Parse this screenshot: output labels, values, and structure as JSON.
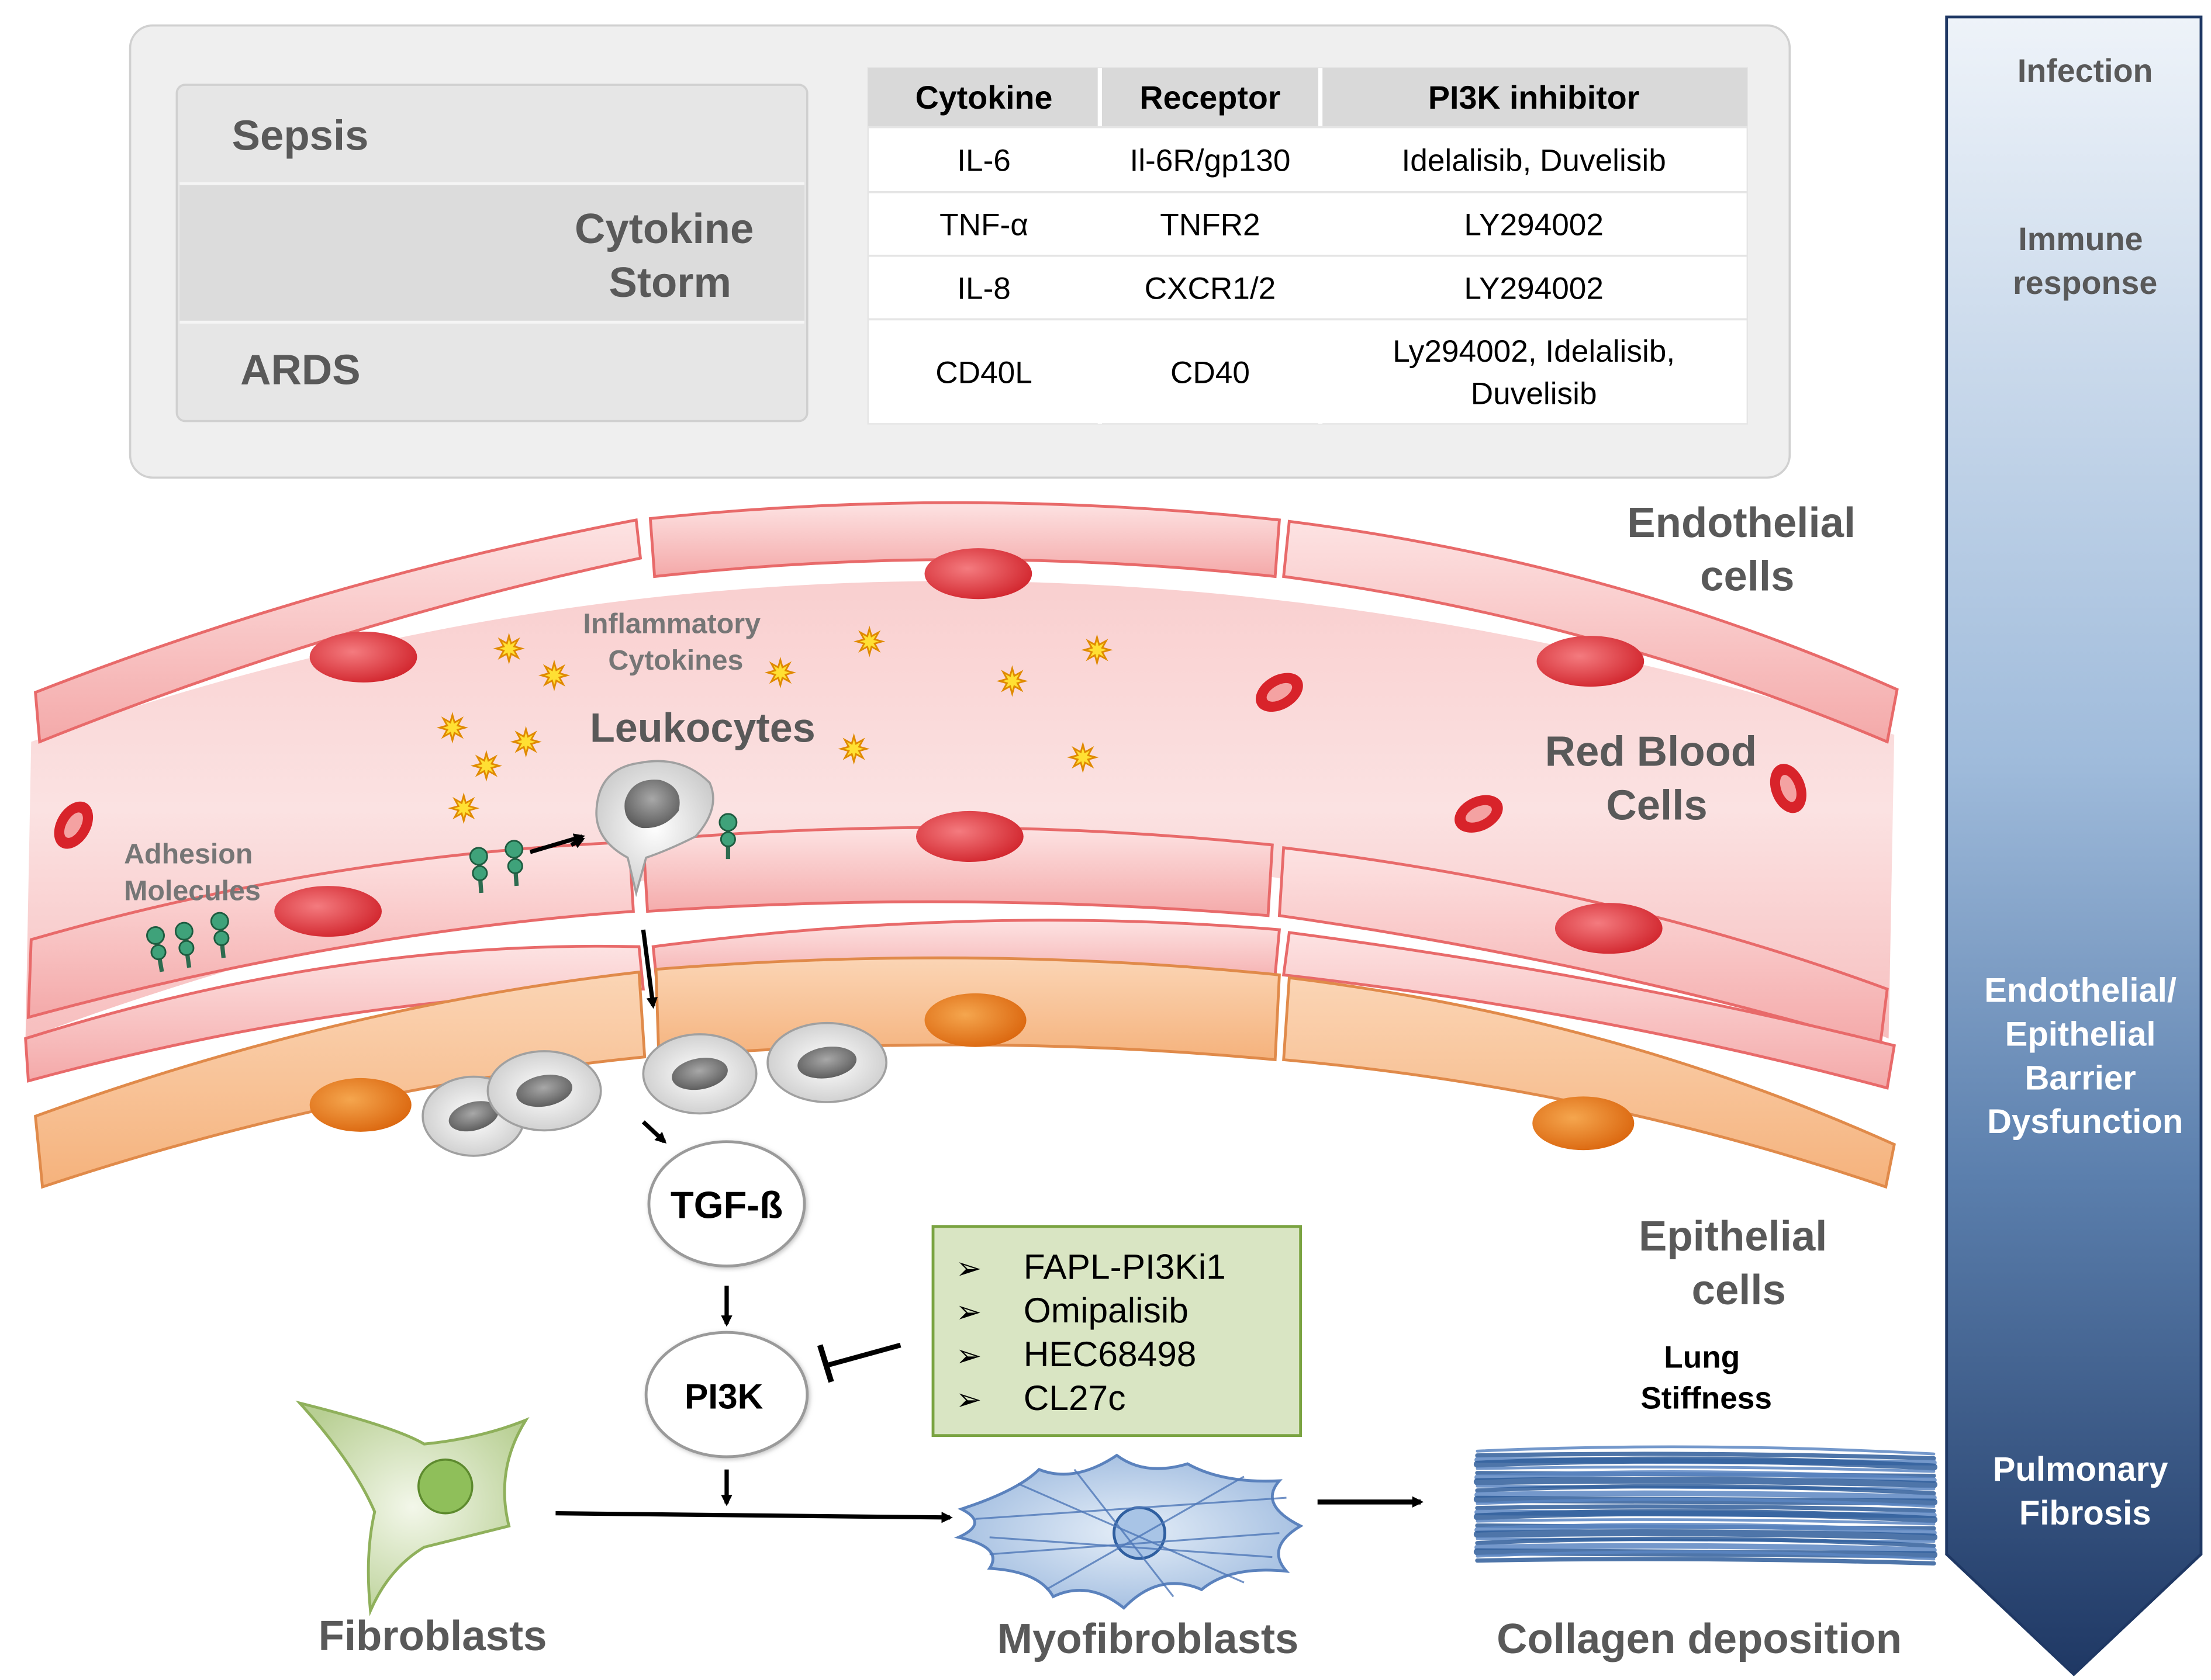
{
  "stages": {
    "infection": [
      "Infection"
    ],
    "immune": [
      "Immune",
      "response"
    ],
    "barrier": [
      "Endothelial/",
      "Epithelial",
      "Barrier",
      "Dysfunction"
    ],
    "fibrosis": [
      "Pulmonary",
      "Fibrosis"
    ]
  },
  "conditions": {
    "sepsis": "Sepsis",
    "storm": [
      "Cytokine",
      "Storm"
    ],
    "ards": "ARDS"
  },
  "table": {
    "headers": [
      "Cytokine",
      "Receptor",
      "PI3K inhibitor"
    ],
    "rows": [
      {
        "cytokine": "IL-6",
        "receptor": "Il-6R/gp130",
        "inhibitor": [
          "Idelalisib,  Duvelisib"
        ]
      },
      {
        "cytokine": "TNF-α",
        "receptor": "TNFR2",
        "inhibitor": [
          "LY294002"
        ]
      },
      {
        "cytokine": "IL-8",
        "receptor": "CXCR1/2",
        "inhibitor": [
          "LY294002"
        ]
      },
      {
        "cytokine": "CD40L",
        "receptor": "CD40",
        "inhibitor": [
          "Ly294002, Idelalisib,",
          "Duvelisib"
        ]
      }
    ]
  },
  "labels": {
    "endothelial": [
      "Endothelial",
      "cells"
    ],
    "inflammatory": [
      "Inflammatory",
      "Cytokines"
    ],
    "leukocytes": "Leukocytes",
    "rbc": [
      "Red Blood",
      "Cells"
    ],
    "adhesion": [
      "Adhesion",
      "Molecules"
    ],
    "epithelial": [
      "Epithelial",
      "cells"
    ],
    "lung_stiffness": [
      "Lung",
      "Stiffness"
    ],
    "fibroblasts": "Fibroblasts",
    "myofibroblasts": "Myofibroblasts",
    "collagen": "Collagen deposition"
  },
  "pathway": {
    "tgf": "TGF-ß",
    "pi3k": "PI3K"
  },
  "inhibitors": {
    "bullet": "➢",
    "items": [
      "FAPL-PI3Ki1",
      "Omipalisib",
      "HEC68498",
      "CL27c"
    ]
  },
  "colors": {
    "endothelium": "#f6c9c9",
    "nucleus_red": "#d8232a",
    "epithelium": "#f7c08f",
    "nucleus_orange": "#e8730c",
    "stage_arrow_top": "#dce8f3",
    "stage_arrow_bottom": "#1f3864",
    "inhibitor_box": "#d9e5c3",
    "table_header": "#d9d9d9"
  }
}
